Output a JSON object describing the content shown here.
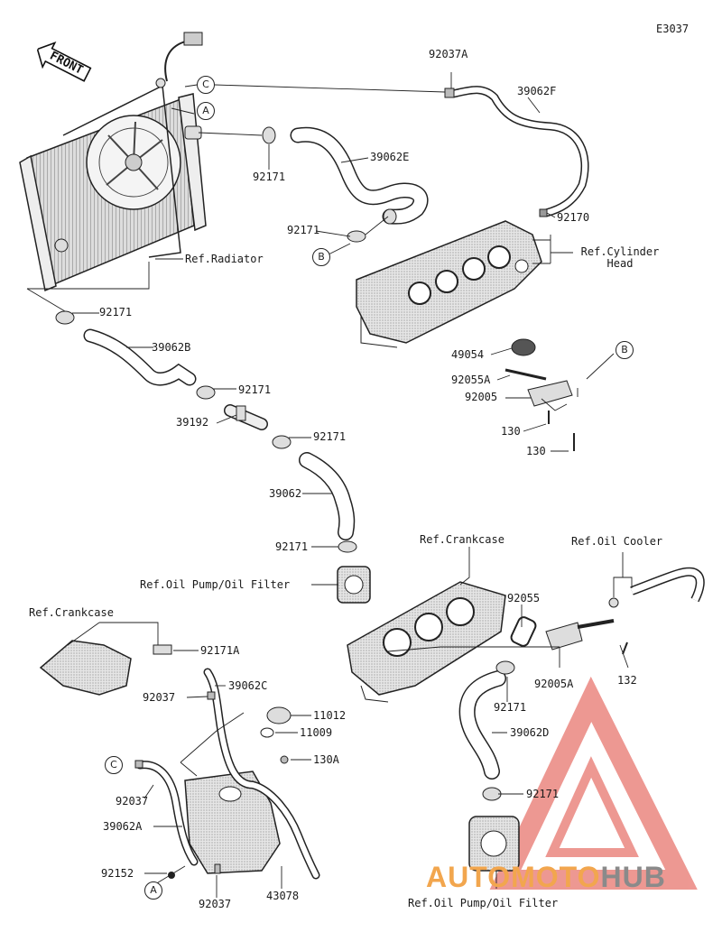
{
  "diagram_code": "E3037",
  "front_label": "FRONT",
  "watermark": {
    "part1": "AUTOMOTO",
    "part2": "HUB"
  },
  "callouts": {
    "A": "A",
    "B": "B",
    "C": "C"
  },
  "parts": {
    "p92037A": "92037A",
    "p39062F": "39062F",
    "p92171_top": "92171",
    "p39062E": "39062E",
    "p92171_b": "92171",
    "p92170": "92170",
    "ref_cylinder_head": "Ref.Cylinder\nHead",
    "ref_radiator": "Ref.Radiator",
    "p92171_left": "92171",
    "p39062B": "39062B",
    "p92171_mid1": "92171",
    "p39192": "39192",
    "p92171_mid2": "92171",
    "p49054": "49054",
    "p92055A": "92055A",
    "p92005": "92005",
    "p130_1": "130",
    "p130_2": "130",
    "p39062": "39062",
    "p92171_pump": "92171",
    "ref_oil_pump_1": "Ref.Oil Pump/Oil Filter",
    "ref_crankcase_1": "Ref.Crankcase",
    "ref_oil_cooler": "Ref.Oil Cooler",
    "ref_crankcase_2": "Ref.Crankcase",
    "p92171A": "92171A",
    "p92055": "92055",
    "p39062C": "39062C",
    "p92037_mid": "92037",
    "p11012": "11012",
    "p11009": "11009",
    "p92005A": "92005A",
    "p132": "132",
    "p92171_low": "92171",
    "p39062D": "39062D",
    "p130A": "130A",
    "p92037_c": "92037",
    "p92171_bottom": "92171",
    "p39062A": "39062A",
    "p92152": "92152",
    "p92037_bottom": "92037",
    "p43078": "43078",
    "ref_oil_pump_2": "Ref.Oil Pump/Oil Filter"
  }
}
